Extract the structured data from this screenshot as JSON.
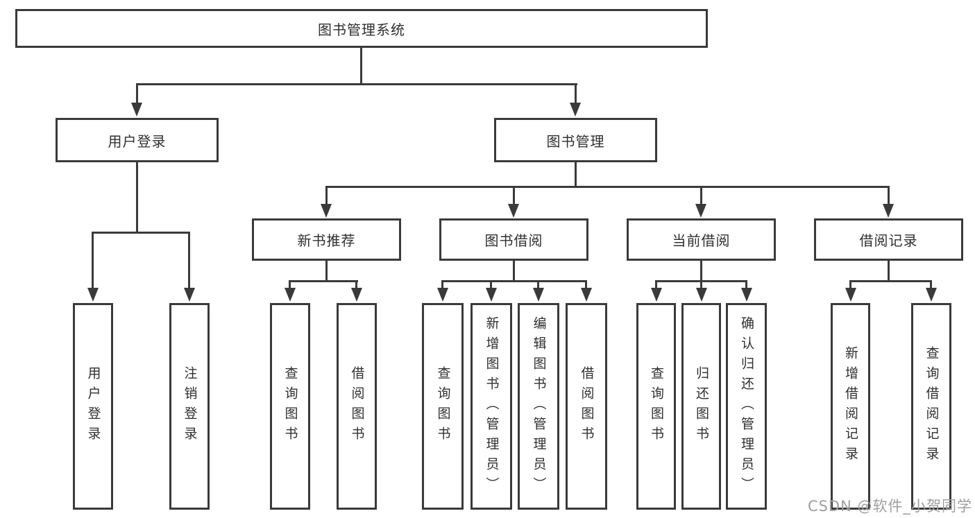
{
  "diagram": {
    "root": {
      "label": "图书管理系统"
    },
    "level2": [
      {
        "label": "用户登录"
      },
      {
        "label": "图书管理"
      }
    ],
    "level3": [
      {
        "label": "新书推荐"
      },
      {
        "label": "图书借阅"
      },
      {
        "label": "当前借阅"
      },
      {
        "label": "借阅记录"
      }
    ],
    "leaves": {
      "login": [
        {
          "label": "用户登录"
        },
        {
          "label": "注销登录"
        }
      ],
      "recommend": [
        {
          "label": "查询图书"
        },
        {
          "label": "借阅图书"
        }
      ],
      "borrow": [
        {
          "label": "查询图书"
        },
        {
          "label": "新增图书（管理员）"
        },
        {
          "label": "编辑图书（管理员）"
        },
        {
          "label": "借阅图书"
        }
      ],
      "current": [
        {
          "label": "查询图书"
        },
        {
          "label": "归还图书"
        },
        {
          "label": "确认归还（管理员）"
        }
      ],
      "records": [
        {
          "label": "新增借阅记录"
        },
        {
          "label": "查询借阅记录"
        }
      ]
    }
  },
  "watermark": {
    "text": "CSDN @软件_小贺同学"
  },
  "colors": {
    "line": "#3a3a3a",
    "text": "#2f2f2f",
    "background": "#ffffff",
    "watermark": "#9e9e9e"
  }
}
